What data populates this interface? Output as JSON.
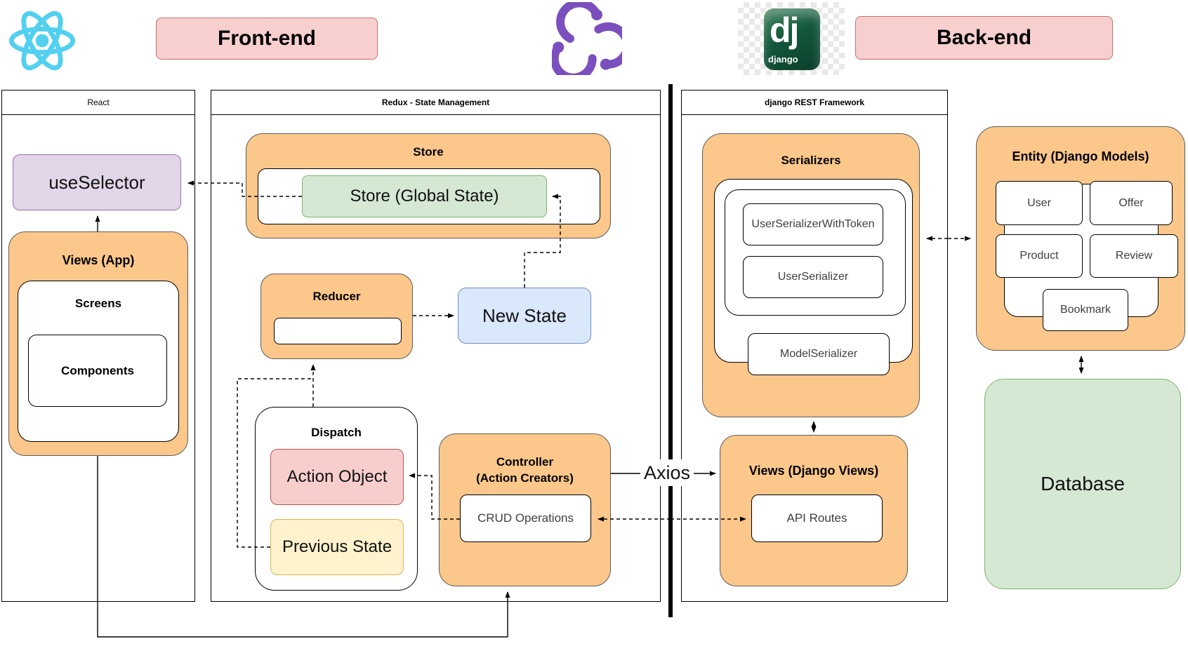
{
  "banners": {
    "front_end": "Front-end",
    "back_end": "Back-end"
  },
  "axios_label": "Axios",
  "react_section": {
    "title": "React",
    "use_selector": "useSelector",
    "views_app": "Views (App)",
    "screens": "Screens",
    "components": "Components"
  },
  "redux_section": {
    "title": "Redux - State Management",
    "store": "Store",
    "store_global": "Store (Global State)",
    "reducer": "Reducer",
    "new_state": "New State",
    "dispatch": "Dispatch",
    "action_object": "Action Object",
    "previous_state": "Previous State",
    "controller_line1": "Controller",
    "controller_line2": "(Action Creators)",
    "crud": "CRUD Operations"
  },
  "django_section": {
    "title": "django REST Framework",
    "serializers": "Serializers",
    "serializer_classes": [
      "UserSerializerWithToken",
      "UserSerializer",
      "ModelSerializer"
    ],
    "views": "Views (Django Views)",
    "api_routes": "API Routes"
  },
  "entity": {
    "title": "Entity (Django Models)",
    "models": [
      "User",
      "Offer",
      "Product",
      "Review",
      "Bookmark"
    ]
  },
  "database_label": "Database",
  "logos": {
    "react": "React logo",
    "redux": "Redux logo",
    "django": "Django logo",
    "django_wordmark": "django"
  },
  "colors": {
    "orange_fill": "#fbc78b",
    "pink_fill": "#f6cfce",
    "green_fill": "#d5e8d4",
    "purple_fill": "#e1d5e7",
    "blue_fill": "#dae8fc",
    "red_fill": "#f8cecc",
    "yellow_fill": "#fff2cc",
    "react_cyan": "#53d0f0",
    "redux_purple": "#7b4fbe",
    "django_green": "#0c4b33"
  }
}
